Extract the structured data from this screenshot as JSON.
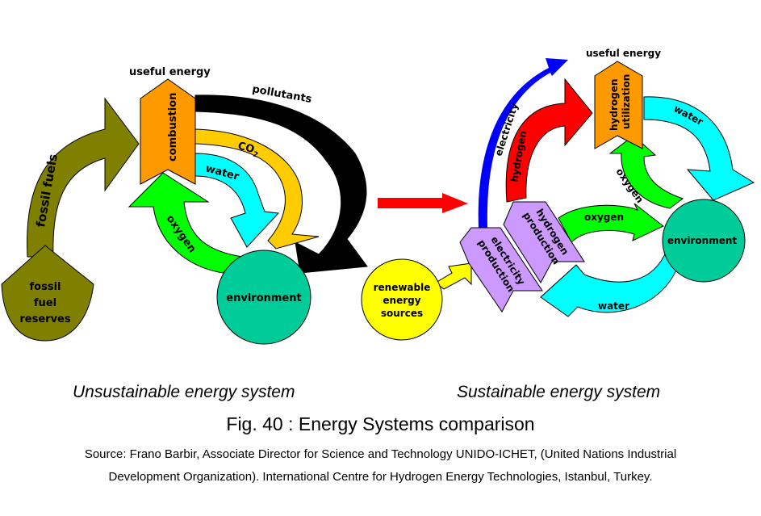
{
  "figure": {
    "title": "Fig. 40 : Energy Systems comparison",
    "source_line1": "Source: Frano Barbir, Associate Director for Science and Technology UNIDO-ICHET, (United Nations Industrial",
    "source_line2": "Development Organization). International Centre for Hydrogen Energy Technologies, Istanbul, Turkey."
  },
  "unsustainable": {
    "subtitle": "Unsustainable energy system",
    "useful_energy": "useful energy",
    "combustion": "combustion",
    "fossil_fuels": "fossil fuels",
    "reserves_line1": "fossil",
    "reserves_line2": "fuel",
    "reserves_line3": "reserves",
    "pollutants": "pollutants",
    "co2": "CO",
    "co2_sub": "2",
    "water": "water",
    "oxygen": "oxygen",
    "environment": "environment"
  },
  "sustainable": {
    "subtitle": "Sustainable energy system",
    "useful_energy": "useful energy",
    "hydrogen_utilization_line1": "hydrogen",
    "hydrogen_utilization_line2": "utilization",
    "electricity": "electricity",
    "hydrogen": "hydrogen",
    "water_top": "water",
    "oxygen_upper": "oxygen",
    "oxygen_lower": "oxygen",
    "water_bottom": "water",
    "environment": "environment",
    "renewable_line1": "renewable",
    "renewable_line2": "energy",
    "renewable_line3": "sources",
    "electricity_production_line1": "electricity",
    "electricity_production_line2": "production",
    "hydrogen_production_line1": "hydrogen",
    "hydrogen_production_line2": "production"
  },
  "colors": {
    "fossil": "#808000",
    "combustion": "#FF9900",
    "pollutants": "#000000",
    "co2": "#FFCC00",
    "water": "#00FFFF",
    "oxygen": "#00FF00",
    "environment": "#00CC99",
    "transition_arrow": "#FF0000",
    "electricity": "#0000FF",
    "hydrogen": "#FF0000",
    "production": "#CC99FF",
    "renewable": "#FFFF00"
  }
}
